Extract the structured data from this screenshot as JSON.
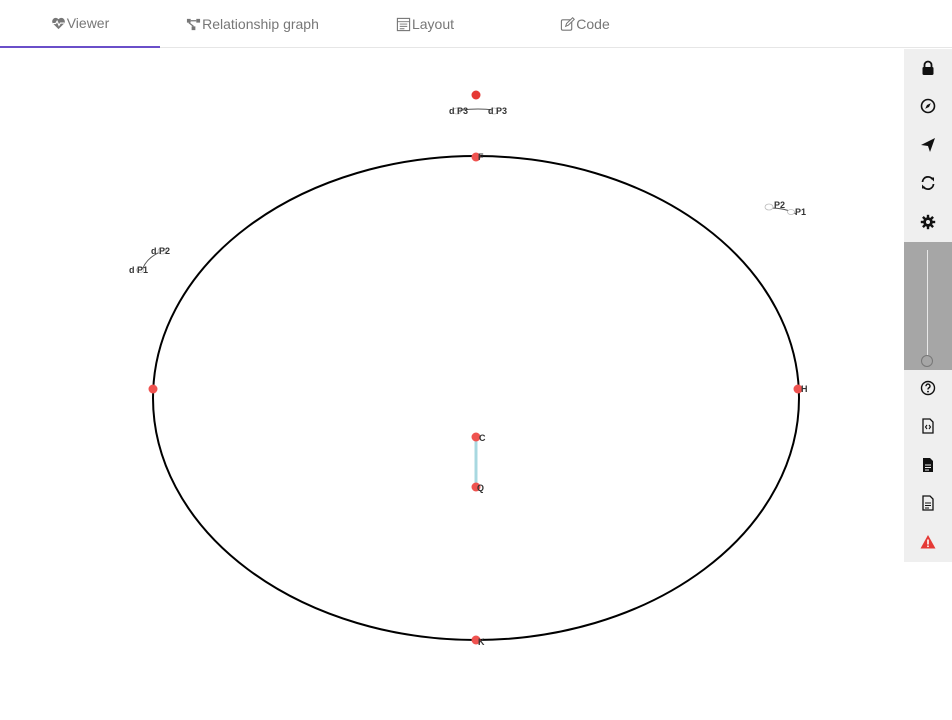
{
  "tabs": [
    {
      "label": "Viewer",
      "icon": "heartbeat-icon",
      "active": true
    },
    {
      "label": "Relationship graph",
      "icon": "graph-icon",
      "active": false
    },
    {
      "label": "Layout",
      "icon": "layout-icon",
      "active": false
    },
    {
      "label": "Code",
      "icon": "edit-icon",
      "active": false
    }
  ],
  "colors": {
    "accent": "#6a4fc9",
    "node": "#ef5350",
    "edge": "#a8d8e0",
    "toolbar_bg": "#efefef",
    "warning": "#e53935"
  },
  "toolbar": {
    "items": [
      "lock-icon",
      "compass-icon",
      "send-icon",
      "refresh-icon",
      "settings-icon",
      "help-icon",
      "file-code-icon",
      "file-text-icon",
      "file-lines-icon",
      "warning-icon"
    ],
    "zoom_level": 0
  },
  "nodes": {
    "top": "F",
    "right": "H",
    "bottom": "K",
    "inner_top": "C",
    "inner_bottom": "Q",
    "top_left_label": "d P3",
    "top_right_label": "d P3",
    "right_p2": "P2",
    "right_p1": "P1",
    "left_p2": "d P2",
    "left_p1": "d P1"
  }
}
